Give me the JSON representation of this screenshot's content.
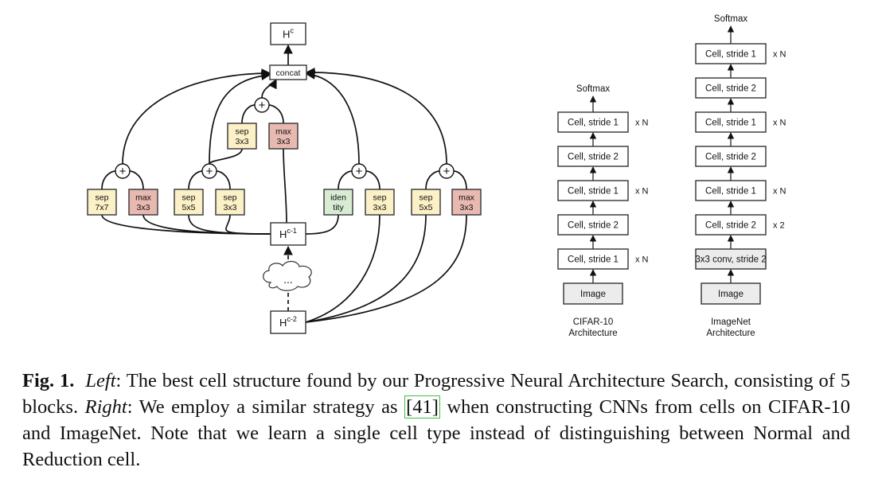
{
  "colors": {
    "sep": "#fbf0c6",
    "max": "#e8b9b0",
    "identity": "#d8ecd4",
    "neutral": "#ffffff",
    "grey": "#ececec",
    "cite_border": "#3fbf3f"
  },
  "cell": {
    "output": "H",
    "output_sup": "c",
    "concat": "concat",
    "prev1": "H",
    "prev1_sup": "c-1",
    "prev2": "H",
    "prev2_sup": "c-2",
    "ellipsis": "...",
    "plus": "+",
    "ops": {
      "b1_left": [
        "sep",
        "7x7"
      ],
      "b1_right": [
        "max",
        "3x3"
      ],
      "b2_left": [
        "sep",
        "5x5"
      ],
      "b2_right": [
        "sep",
        "3x3"
      ],
      "b3_left": [
        "sep",
        "3x3"
      ],
      "b3_right": [
        "max",
        "3x3"
      ],
      "b4_left": [
        "iden",
        "tity"
      ],
      "b4_right": [
        "sep",
        "3x3"
      ],
      "b5_left": [
        "sep",
        "5x5"
      ],
      "b5_right": [
        "max",
        "3x3"
      ]
    }
  },
  "cifar": {
    "softmax": "Softmax",
    "cells": [
      "Cell, stride 1",
      "Cell, stride 2",
      "Cell, stride 1",
      "Cell, stride 2",
      "Cell, stride 1"
    ],
    "repeats": [
      "x N",
      "",
      "x N",
      "",
      "x N"
    ],
    "input": "Image",
    "label": [
      "CIFAR-10",
      "Architecture"
    ]
  },
  "imagenet": {
    "softmax": "Softmax",
    "cells": [
      "Cell, stride 1",
      "Cell, stride 2",
      "Cell, stride 1",
      "Cell, stride 2",
      "Cell, stride 1",
      "Cell, stride 2",
      "3x3 conv, stride 2"
    ],
    "repeats": [
      "x N",
      "",
      "x N",
      "",
      "x N",
      "x 2",
      ""
    ],
    "input": "Image",
    "label": [
      "ImageNet",
      "Architecture"
    ]
  },
  "caption": {
    "fig": "Fig. 1.",
    "left_label": "Left",
    "left_text": ": The best cell structure found by our Progressive Neural Architecture Search, consisting of 5 blocks.",
    "right_label": "Right",
    "right_text_1": ": We employ a similar strategy as",
    "cite": "[41]",
    "right_text_2": "when constructing CNNs from cells on CIFAR-10 and ImageNet. Note that we learn a single cell type instead of distinguishing between Normal and Reduction cell."
  }
}
